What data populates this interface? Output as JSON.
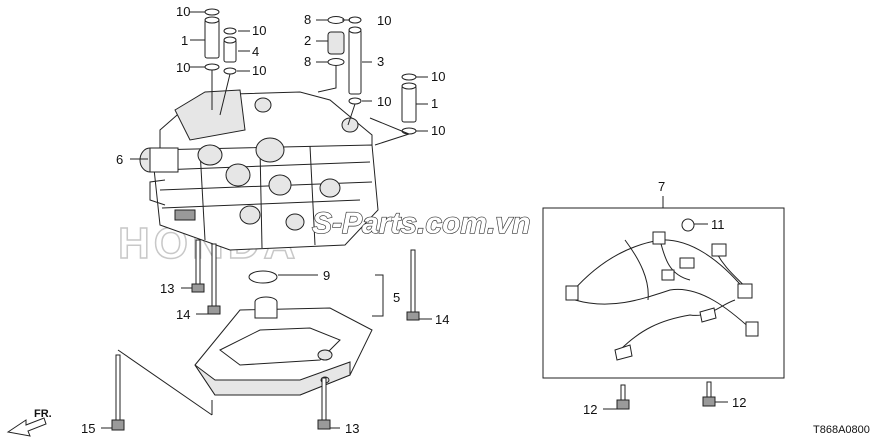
{
  "watermark": {
    "site": "S-Parts.com.vn",
    "brand": "HONDA"
  },
  "diagram_code": "T868A0800",
  "direction_label": "FR.",
  "callouts": [
    {
      "id": "c10a",
      "label": "10"
    },
    {
      "id": "c1a",
      "label": "1"
    },
    {
      "id": "c10b",
      "label": "10"
    },
    {
      "id": "c4",
      "label": "4"
    },
    {
      "id": "c10c",
      "label": "10"
    },
    {
      "id": "c10d",
      "label": "10"
    },
    {
      "id": "c8a",
      "label": "8"
    },
    {
      "id": "c10e",
      "label": "10"
    },
    {
      "id": "c2",
      "label": "2"
    },
    {
      "id": "c8b",
      "label": "8"
    },
    {
      "id": "c3",
      "label": "3"
    },
    {
      "id": "c10f",
      "label": "10"
    },
    {
      "id": "c10g",
      "label": "10"
    },
    {
      "id": "c1b",
      "label": "1"
    },
    {
      "id": "c10h",
      "label": "10"
    },
    {
      "id": "c6",
      "label": "6"
    },
    {
      "id": "c9",
      "label": "9"
    },
    {
      "id": "c5",
      "label": "5"
    },
    {
      "id": "c13a",
      "label": "13"
    },
    {
      "id": "c14a",
      "label": "14"
    },
    {
      "id": "c14b",
      "label": "14"
    },
    {
      "id": "c15",
      "label": "15"
    },
    {
      "id": "c13b",
      "label": "13"
    },
    {
      "id": "c7",
      "label": "7"
    },
    {
      "id": "c11",
      "label": "11"
    },
    {
      "id": "c12a",
      "label": "12"
    },
    {
      "id": "c12b",
      "label": "12"
    }
  ]
}
